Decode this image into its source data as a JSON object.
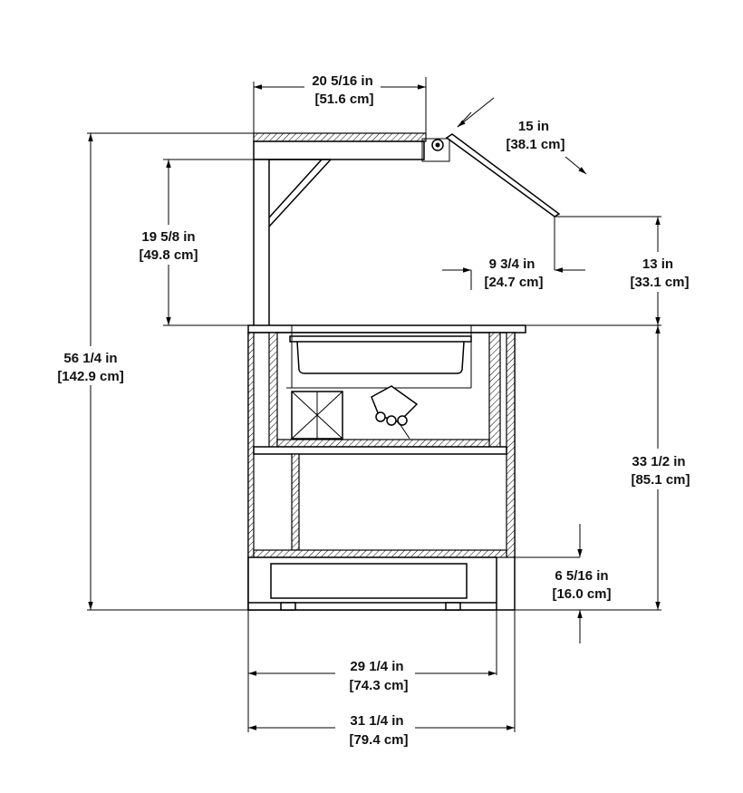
{
  "dimensions": {
    "overshelf_width": {
      "imperial": "20 5/16 in",
      "metric": "[51.6 cm]"
    },
    "sneeze_guard": {
      "imperial": "15 in",
      "metric": "[38.1 cm]"
    },
    "overshelf_clearance": {
      "imperial": "19 5/8 in",
      "metric": "[49.8 cm]"
    },
    "guard_overhang": {
      "imperial": "9 3/4 in",
      "metric": "[24.7 cm]"
    },
    "guard_height": {
      "imperial": "13 in",
      "metric": "[33.1 cm]"
    },
    "overall_height": {
      "imperial": "56 1/4 in",
      "metric": "[142.9 cm]"
    },
    "counter_height": {
      "imperial": "33 1/2 in",
      "metric": "[85.1 cm]"
    },
    "base_height": {
      "imperial": "6 5/16 in",
      "metric": "[16.0 cm]"
    },
    "base_depth": {
      "imperial": "29 1/4 in",
      "metric": "[74.3 cm]"
    },
    "overall_depth": {
      "imperial": "31 1/4 in",
      "metric": "[79.4 cm]"
    }
  }
}
